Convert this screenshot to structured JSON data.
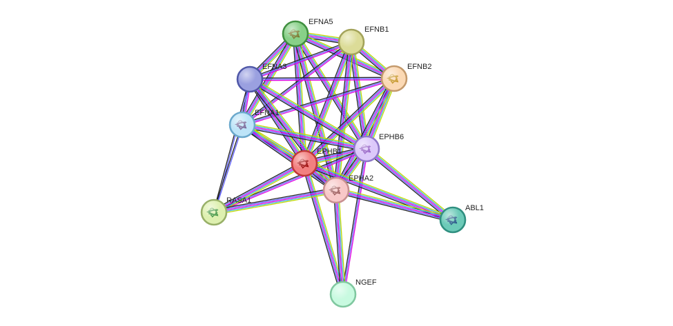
{
  "network": {
    "edge_colors": [
      "#c0d800",
      "#3ab0d8",
      "#e000e0",
      "#6060ff",
      "#222222"
    ],
    "nodes": [
      {
        "id": "EFNA5",
        "label": "EFNA5",
        "fill": "#88d088",
        "stroke": "#3f8f3f",
        "glyph": "#7a7a30",
        "has_structure": true
      },
      {
        "id": "EFNB1",
        "label": "EFNB1",
        "fill": "#dcdc98",
        "stroke": "#a3a35a",
        "has_structure": false
      },
      {
        "id": "EFNB2",
        "label": "EFNB2",
        "fill": "#fbd9b4",
        "stroke": "#c49a6c",
        "glyph": "#c89a30",
        "has_structure": true
      },
      {
        "id": "EFNA3",
        "label": "EFNA3",
        "fill": "#9aa0e0",
        "stroke": "#5058a8",
        "has_structure": false
      },
      {
        "id": "EFNA1",
        "label": "EFNA1",
        "fill": "#bde4f8",
        "stroke": "#6aa8cc",
        "glyph": "#7a6a9a",
        "has_structure": true
      },
      {
        "id": "EPHB6",
        "label": "EPHB6",
        "fill": "#dcc8fa",
        "stroke": "#8f78c8",
        "glyph": "#9a68c8",
        "has_structure": true
      },
      {
        "id": "EPHB1",
        "label": "EPHB1",
        "fill": "#f28080",
        "stroke": "#c03838",
        "glyph": "#a01010",
        "has_structure": true
      },
      {
        "id": "EPHA2",
        "label": "EPHA2",
        "fill": "#f8c8c8",
        "stroke": "#c89090",
        "glyph": "#a06060",
        "has_structure": true
      },
      {
        "id": "RASA1",
        "label": "RASA1",
        "fill": "#def0b0",
        "stroke": "#98b068",
        "glyph": "#4a9a4a",
        "has_structure": true
      },
      {
        "id": "ABL1",
        "label": "ABL1",
        "fill": "#6ccab8",
        "stroke": "#2f8f80",
        "glyph": "#2a5a8a",
        "has_structure": true
      },
      {
        "id": "NGEF",
        "label": "NGEF",
        "fill": "#c8fae0",
        "stroke": "#80c8a0",
        "has_structure": false
      }
    ],
    "edges": [
      {
        "source": "EFNA5",
        "target": "EFNB1",
        "channels": 5
      },
      {
        "source": "EFNA5",
        "target": "EFNB2",
        "channels": 5
      },
      {
        "source": "EFNA5",
        "target": "EFNA3",
        "channels": 5
      },
      {
        "source": "EFNA5",
        "target": "EFNA1",
        "channels": 5
      },
      {
        "source": "EFNA5",
        "target": "EPHB6",
        "channels": 5
      },
      {
        "source": "EFNA5",
        "target": "EPHB1",
        "channels": 5
      },
      {
        "source": "EFNA5",
        "target": "EPHA2",
        "channels": 5
      },
      {
        "source": "EFNB1",
        "target": "EFNB2",
        "channels": 5
      },
      {
        "source": "EFNB1",
        "target": "EFNA3",
        "channels": 3
      },
      {
        "source": "EFNB1",
        "target": "EFNA1",
        "channels": 3
      },
      {
        "source": "EFNB1",
        "target": "EPHB6",
        "channels": 5
      },
      {
        "source": "EFNB1",
        "target": "EPHB1",
        "channels": 5
      },
      {
        "source": "EFNB1",
        "target": "EPHA2",
        "channels": 5
      },
      {
        "source": "EFNB2",
        "target": "EFNA3",
        "channels": 3
      },
      {
        "source": "EFNB2",
        "target": "EFNA1",
        "channels": 3
      },
      {
        "source": "EFNB2",
        "target": "EPHB6",
        "channels": 5
      },
      {
        "source": "EFNB2",
        "target": "EPHB1",
        "channels": 5
      },
      {
        "source": "EFNB2",
        "target": "EPHA2",
        "channels": 5
      },
      {
        "source": "EFNA3",
        "target": "EFNA1",
        "channels": 3
      },
      {
        "source": "EFNA3",
        "target": "EPHB6",
        "channels": 5
      },
      {
        "source": "EFNA3",
        "target": "EPHB1",
        "channels": 5
      },
      {
        "source": "EFNA3",
        "target": "EPHA2",
        "channels": 5
      },
      {
        "source": "EFNA3",
        "target": "RASA1",
        "channels": 2
      },
      {
        "source": "EFNA1",
        "target": "EPHB6",
        "channels": 5
      },
      {
        "source": "EFNA1",
        "target": "EPHB1",
        "channels": 5
      },
      {
        "source": "EFNA1",
        "target": "EPHA2",
        "channels": 5
      },
      {
        "source": "EFNA1",
        "target": "RASA1",
        "channels": 2
      },
      {
        "source": "EPHB6",
        "target": "EPHB1",
        "channels": 5
      },
      {
        "source": "EPHB6",
        "target": "EPHA2",
        "channels": 5
      },
      {
        "source": "EPHB6",
        "target": "RASA1",
        "channels": 3
      },
      {
        "source": "EPHB6",
        "target": "ABL1",
        "channels": 5
      },
      {
        "source": "EPHB6",
        "target": "NGEF",
        "channels": 3
      },
      {
        "source": "EPHB1",
        "target": "EPHA2",
        "channels": 5
      },
      {
        "source": "EPHB1",
        "target": "RASA1",
        "channels": 5
      },
      {
        "source": "EPHB1",
        "target": "ABL1",
        "channels": 5
      },
      {
        "source": "EPHB1",
        "target": "NGEF",
        "channels": 5
      },
      {
        "source": "EPHA2",
        "target": "RASA1",
        "channels": 5
      },
      {
        "source": "EPHA2",
        "target": "ABL1",
        "channels": 5
      },
      {
        "source": "EPHA2",
        "target": "NGEF",
        "channels": 5
      }
    ]
  }
}
